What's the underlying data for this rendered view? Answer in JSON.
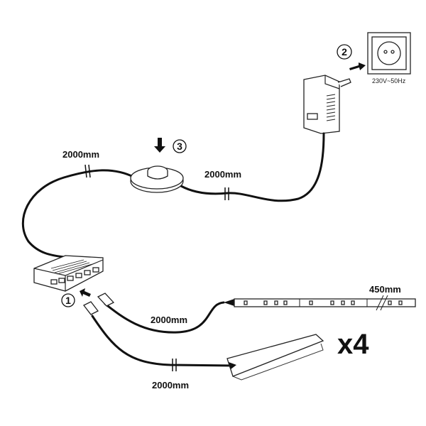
{
  "labels": {
    "cable_top_left": "2000mm",
    "cable_top_mid": "2000mm",
    "cable_strip": "2000mm",
    "cable_bottom": "2000mm",
    "strip_length": "450mm",
    "socket_voltage": "230V~50Hz",
    "quantity": "x4"
  },
  "steps": [
    {
      "number": "1",
      "target": "distributor"
    },
    {
      "number": "2",
      "target": "wall-socket"
    },
    {
      "number": "3",
      "target": "foot-switch"
    }
  ],
  "colors": {
    "line": "#111111",
    "background": "#ffffff"
  }
}
